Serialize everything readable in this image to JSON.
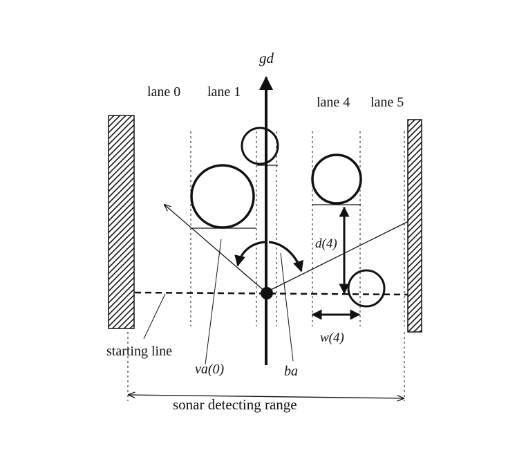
{
  "labels": {
    "gd": "gd",
    "lane0": "lane 0",
    "lane1": "lane 1",
    "lane4": "lane 4",
    "lane5": "lane 5",
    "d4": "d(4)",
    "w4": "w(4)",
    "starting_line": "starting line",
    "va0": "va(0)",
    "ba": "ba",
    "sonar_range": "sonar detecting range"
  },
  "colors": {
    "ink": "#111111",
    "background": "#ffffff"
  }
}
